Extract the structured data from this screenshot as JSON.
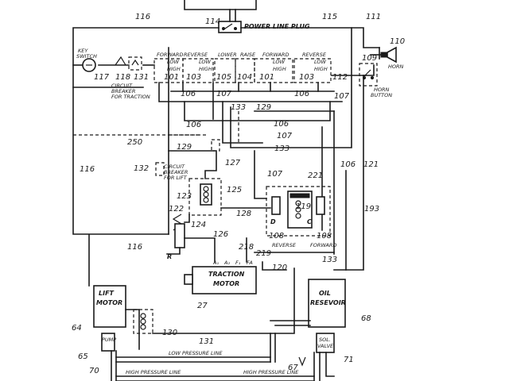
{
  "labels": {
    "power_line_plug": "POWER LINE PLUG",
    "key_switch_1": "KEY",
    "key_switch_2": "SWITCH",
    "cb_traction_1": "CIRCUIT",
    "cb_traction_2": "BREAKER",
    "cb_traction_3": "FOR TRACTION",
    "cb_lift_1": "CIRCUIT",
    "cb_lift_2": "BREAKER",
    "cb_lift_3": "FOR LIFT",
    "horn": "HORN",
    "horn_button_1": "HORN",
    "horn_button_2": "BUTTON",
    "forward_1": "FORWARD",
    "reverse_1": "REVERSE",
    "lower": "LOWER",
    "raise": "RAISE",
    "forward_2": "FORWARD",
    "reverse_2": "REVERSE",
    "low": "LOW",
    "high": "HIGH",
    "traction_motor_1": "TRACTION",
    "traction_motor_2": "MOTOR",
    "lift_motor_1": "LIFT",
    "lift_motor_2": "MOTOR",
    "oil_reservoir_1": "OIL",
    "oil_reservoir_2": "RESEVOIR",
    "pump": "PUMP",
    "sol_valve_1": "SOL.",
    "sol_valve_2": "VALVE",
    "low_pressure_line": "LOW PRESSURE LINE",
    "high_pressure_line_1": "HIGH PRESSURE LINE",
    "high_pressure_line_2": "HIGH PRESSURE LINE",
    "reverse_field": "REVERSE",
    "forward_field": "FORWARD",
    "field_d": "D",
    "field_c": "C",
    "motor_r": "R",
    "a1": "A₁",
    "a2": "A₂",
    "f1": "F₁",
    "fa": "FA"
  },
  "refs": {
    "r116a": "116",
    "r114": "114",
    "r115": "115",
    "r111": "111",
    "r110": "110",
    "r117": "117",
    "r118": "118",
    "r131a": "131",
    "r109": "109",
    "r112": "112",
    "r101a": "101",
    "r103a": "103",
    "r105": "105",
    "r104": "104",
    "r101b": "101",
    "r103b": "103",
    "r106a": "106",
    "r107a": "107",
    "r106b": "106",
    "r107b": "107",
    "r133a": "133",
    "r129a": "129",
    "r106c": "106",
    "r107c": "107",
    "r106d": "106",
    "r250": "250",
    "r129b": "129",
    "r133b": "133",
    "r127": "127",
    "r116b": "116",
    "r132": "132",
    "r107d": "107",
    "r221": "221",
    "r106e": "106",
    "r121": "121",
    "r123": "123",
    "r125": "125",
    "r122": "122",
    "r128": "128",
    "r119": "119",
    "r193": "193",
    "r124": "124",
    "r126": "126",
    "r116c": "116",
    "r108a": "108",
    "r108b": "108",
    "r218": "218",
    "r219": "219",
    "r120": "120",
    "r133c": "133",
    "r27": "27",
    "r64": "64",
    "r68": "68",
    "r130": "130",
    "r131b": "131",
    "r65": "65",
    "r70": "70",
    "r71": "71",
    "r67": "67"
  }
}
